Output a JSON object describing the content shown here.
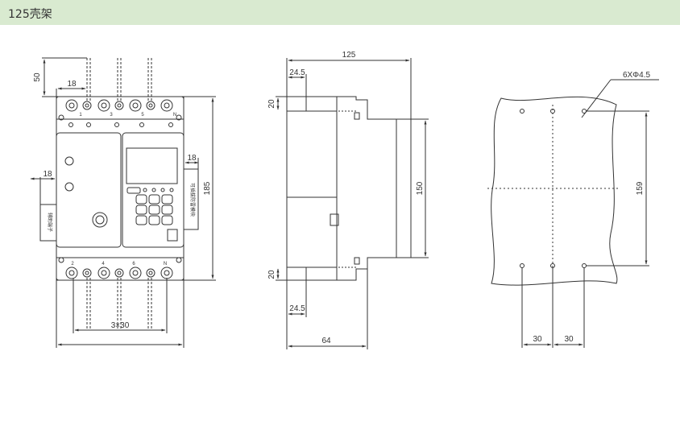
{
  "header": {
    "title": "125壳架"
  },
  "front_view": {
    "dim_top": "50",
    "dim_pitch_top": "18",
    "dim_side": "18",
    "dim_side_right": "18",
    "dim_height": "185",
    "dim_bottom": "3×30",
    "label_aux": "辅助端子",
    "label_module": "可插拔防雷模块",
    "terminal_bottom": [
      "2",
      "4",
      "6",
      "N"
    ],
    "terminal_top": [
      "1",
      "3",
      "5",
      "N"
    ]
  },
  "side_view": {
    "dim_width": "125",
    "dim_top_offset": "24.5",
    "dim_top_h": "20",
    "dim_depth": "150",
    "dim_bot_h": "20",
    "dim_bot_offset": "24.5",
    "dim_base": "64"
  },
  "holes_view": {
    "label_holes": "6XΦ4.5",
    "dim_height": "159",
    "dim_left": "30",
    "dim_right": "30"
  },
  "colors": {
    "header_bg": "#d9ead0",
    "line": "#333333"
  }
}
